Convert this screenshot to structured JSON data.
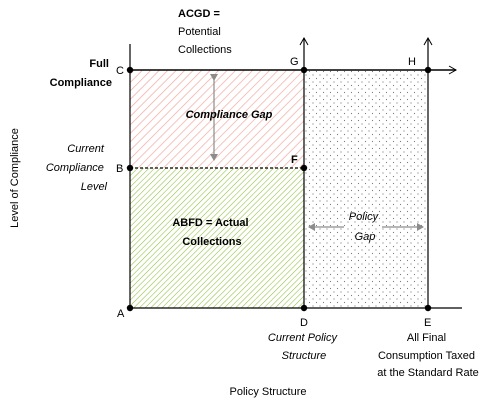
{
  "top_note": [
    "ACGD =",
    "Potential",
    "Collections"
  ],
  "y_axis_title": "Level of Compliance",
  "x_axis_title": "Policy Structure",
  "y_labels": {
    "full": [
      "Full",
      "Compliance"
    ],
    "current": [
      "Current",
      "Compliance",
      "Level"
    ]
  },
  "x_labels": {
    "current_policy": [
      "Current Policy",
      "Structure"
    ],
    "all_final": [
      "All Final",
      "Consumption Taxed",
      "at the Standard Rate"
    ]
  },
  "points": {
    "A": "A",
    "B": "B",
    "C": "C",
    "D": "D",
    "E": "E",
    "F": "F",
    "G": "G",
    "H": "H"
  },
  "regions": {
    "compliance_gap": "Compliance Gap",
    "actual_collections": [
      "ABFD = Actual",
      "Collections"
    ],
    "policy_gap": [
      "Policy",
      "Gap"
    ]
  },
  "colors": {
    "compliance_gap_hatch": "#f2a89e",
    "compliance_gap_text": "#d0202a",
    "actual_hatch": "#8fbf3c",
    "actual_text": "#2e8b1e",
    "policy_dots": "#7a7a7a",
    "policy_text": "#1f6fb2",
    "gap_arrow": "#8c8c8c"
  }
}
